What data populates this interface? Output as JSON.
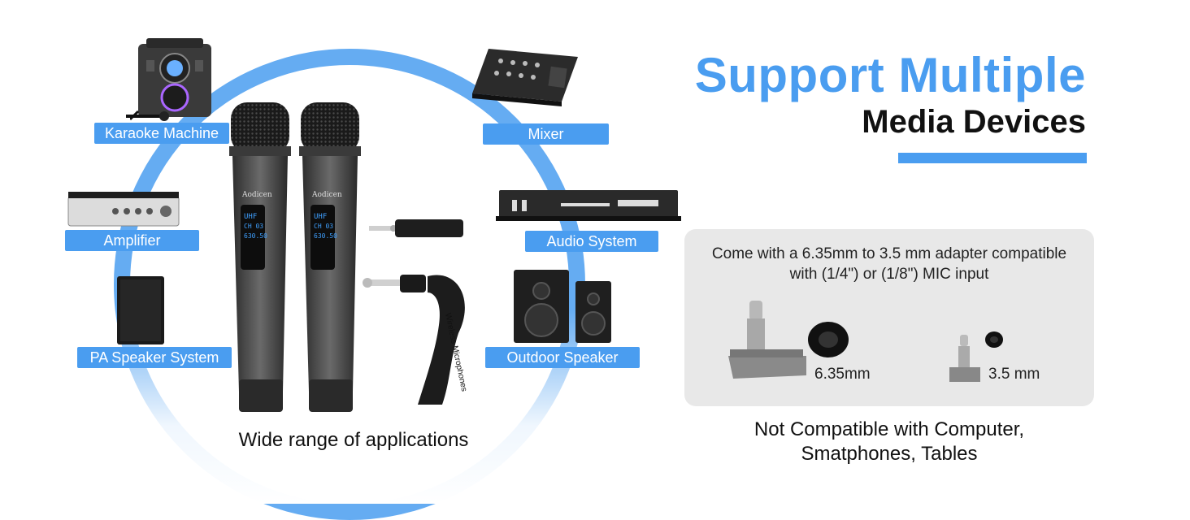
{
  "heading": {
    "line1": "Support Multiple",
    "line2": "Media Devices"
  },
  "devices": [
    {
      "label": "Karaoke Machine"
    },
    {
      "label": "Amplifier"
    },
    {
      "label": "PA Speaker System"
    },
    {
      "label": "Mixer"
    },
    {
      "label": "Audio System"
    },
    {
      "label": "Outdoor Speaker"
    }
  ],
  "microphone": {
    "brand": "Aodicen",
    "display": [
      "UHF",
      "CH 03",
      "630.50"
    ],
    "receiver_text": "Wireless Microphones"
  },
  "caption": "Wide range of applications",
  "adapter": {
    "description_line1": "Come with a 6.35mm to 3.5 mm adapter compatible",
    "description_line2": "with (1/4\") or (1/8\") MIC input",
    "size_large": "6.35mm",
    "size_small": "3.5 mm"
  },
  "note": {
    "line1": "Not Compatible with Computer,",
    "line2": "Smatphones, Tables"
  },
  "colors": {
    "accent": "#4a9df0",
    "panel": "#e8e8e8"
  }
}
